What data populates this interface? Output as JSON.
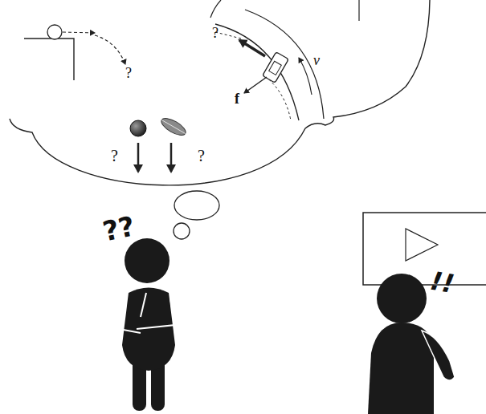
{
  "diagram": {
    "labels": [
      "?",
      "v",
      "?",
      "f",
      "?",
      "?",
      "??",
      "!!"
    ]
  }
}
